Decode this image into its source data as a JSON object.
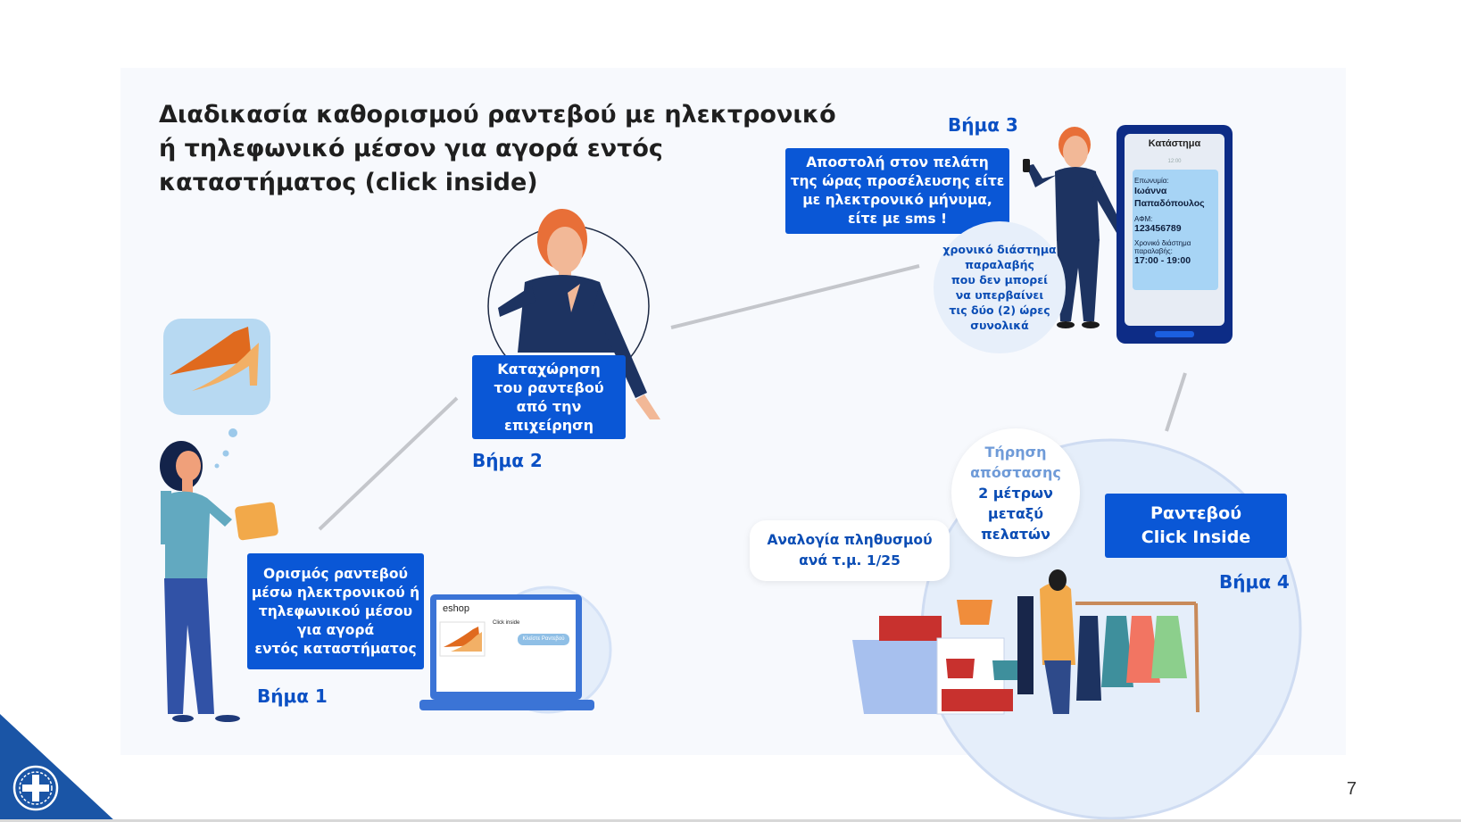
{
  "title": {
    "line1": "Διαδικασία καθορισμού ραντεβού με ηλεκτρονικό",
    "line2": "ή τηλεφωνικό μέσον για αγορά εντός",
    "line3": "καταστήματος (click inside)"
  },
  "step1": {
    "label": "Βήμα 1",
    "lines": [
      "Ορισμός ραντεβού",
      "μέσω ηλεκτρονικού ή",
      "τηλεφωνικού μέσου",
      "για αγορά",
      "εντός καταστήματος"
    ],
    "laptop": {
      "brand": "eshop",
      "link": "Click inside",
      "button": "Κλείστε Ραντεβού"
    }
  },
  "step2": {
    "label": "Βήμα 2",
    "lines": [
      "Καταχώρηση",
      "του ραντεβού",
      "από την επιχείρηση"
    ]
  },
  "step3": {
    "label": "Βήμα 3",
    "lines": [
      "Αποστολή στον πελάτη",
      "της ώρας προσέλευσης είτε",
      "με ηλεκτρονικό μήνυμα,",
      "είτε με sms !"
    ],
    "bubble": [
      "χρονικό διάστημα",
      "παραλαβής",
      "που δεν μπορεί",
      "να υπερβαίνει",
      "τις δύο (2) ώρες",
      "συνολικά"
    ],
    "phone": {
      "header": "Κατάστημα",
      "time": "12:00",
      "name_label": "Επωνυμία:",
      "name_value_1": "Ιωάννα",
      "name_value_2": "Παπαδόπουλος",
      "afm_label": "ΑΦΜ:",
      "afm_value": "123456789",
      "window_label_1": "Χρονικό διάστημα",
      "window_label_2": "παραλαβής:",
      "window_value": "17:00 - 19:00"
    }
  },
  "step4": {
    "label": "Βήμα 4",
    "box": [
      "Ραντεβού",
      "Click Inside"
    ],
    "distance": [
      "Τήρηση",
      "απόστασης",
      "2 μέτρων",
      "μεταξύ",
      "πελατών"
    ],
    "ratio": [
      "Αναλογία πληθυσμού",
      "ανά τ.μ. 1/25"
    ]
  },
  "page_number": "7",
  "colors": {
    "primary_blue": "#0a57d6",
    "step_blue": "#0b50c4",
    "light_bubble": "#e7effa",
    "emblem_blue": "#1a55a6"
  }
}
